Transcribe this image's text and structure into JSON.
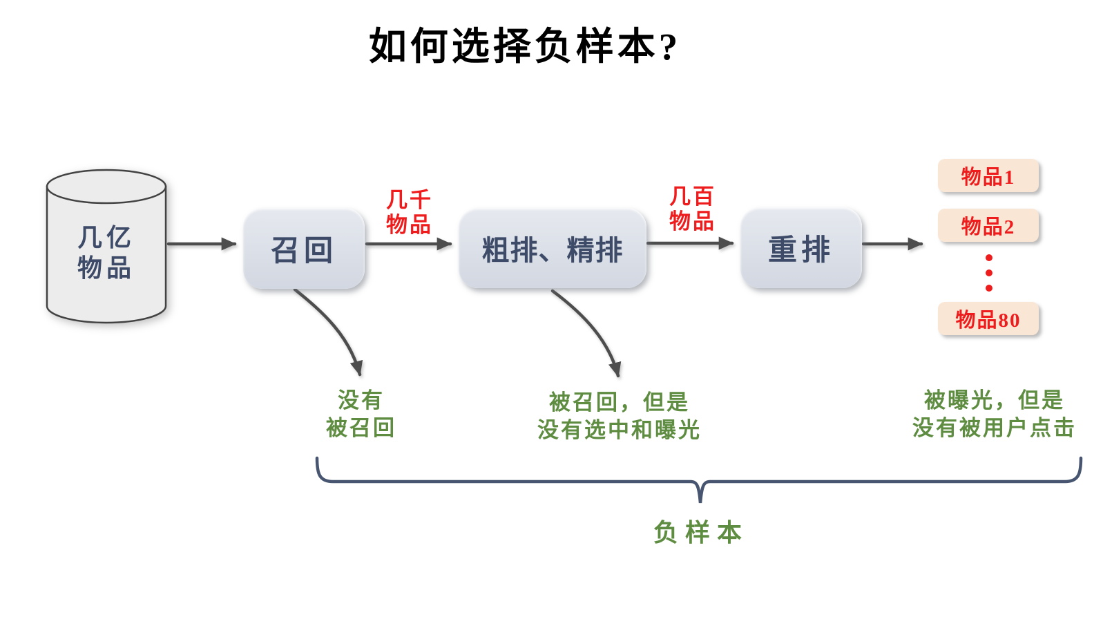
{
  "title": "如何选择负样本?",
  "source": {
    "shape": "cylinder",
    "line1": "几亿",
    "line2": "物品"
  },
  "stages": [
    {
      "label": "召回"
    },
    {
      "label": "粗排、精排"
    },
    {
      "label": "重排"
    }
  ],
  "edge_labels": [
    {
      "line1": "几千",
      "line2": "物品"
    },
    {
      "line1": "几百",
      "line2": "物品"
    }
  ],
  "outputs": {
    "items": [
      {
        "label": "物品1"
      },
      {
        "label": "物品2"
      },
      {
        "label": "物品80"
      }
    ],
    "ellipsis_icon": "vertical-dots"
  },
  "notes": [
    {
      "line1": "没有",
      "line2": "被召回"
    },
    {
      "line1": "被召回，但是",
      "line2": "没有选中和曝光"
    },
    {
      "line1": "被曝光，但是",
      "line2": "没有被用户点击"
    }
  ],
  "brace": {
    "label": "负样本"
  },
  "colors": {
    "background": "#ffffff",
    "red": "#ee1c1c",
    "green": "#5e8c40",
    "navy": "#3d4b68",
    "arrow": "#4d4d4d",
    "brace": "#475570",
    "box_fill_top": "#e6e9ef",
    "box_fill_bottom": "#d2d7e1",
    "item_fill": "#f9e6d4"
  }
}
